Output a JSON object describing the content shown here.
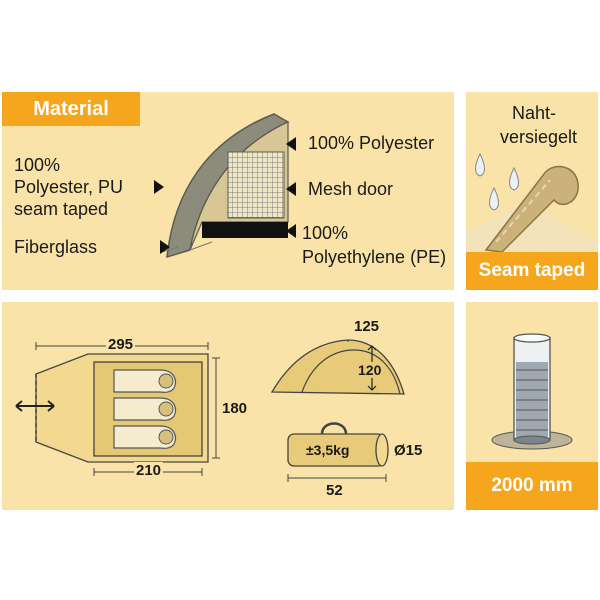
{
  "material": {
    "tag": "Material",
    "left_labels": {
      "fly_line1": "100%",
      "fly_line2": "Polyester, PU",
      "fly_line3": "seam taped",
      "poles": "Fiberglass"
    },
    "right_labels": {
      "inner": "100% Polyester",
      "mesh": "Mesh door",
      "floor_line1": "100%",
      "floor_line2": "Polyethylene (PE)"
    }
  },
  "seam": {
    "heading_line1": "Naht-",
    "heading_line2": "versiegelt",
    "tag": "Seam taped"
  },
  "dimensions": {
    "length": "295",
    "inner_length": "210",
    "width": "180",
    "height": "125",
    "inner_height": "120",
    "weight": "±3,5kg",
    "pack_diameter": "Ø15",
    "pack_length": "52"
  },
  "water": {
    "tag": "2000 mm"
  },
  "colors": {
    "panel": "#f9e3a8",
    "accent": "#f6a61c"
  }
}
